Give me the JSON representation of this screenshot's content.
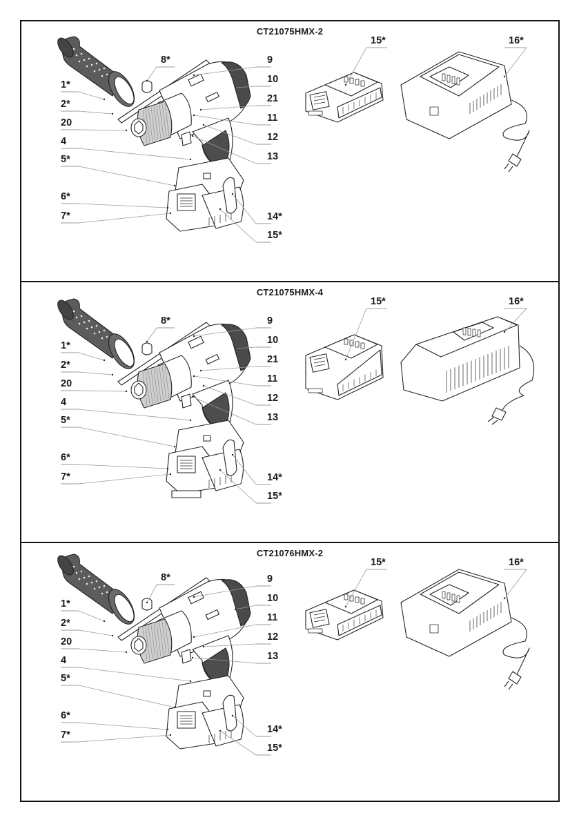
{
  "figure": {
    "panels": [
      {
        "model": "CT21075HMX-2",
        "drill_labels_left": [
          "1*",
          "2*",
          "20",
          "4",
          "5*",
          "6*",
          "7*"
        ],
        "drill_labels_top": [
          "8*"
        ],
        "drill_labels_right": [
          "9",
          "10",
          "21",
          "11",
          "12",
          "13",
          "14*",
          "15*"
        ],
        "battery_label": "15*",
        "charger_label": "16*",
        "battery_size": "compact",
        "charger_type": "standard"
      },
      {
        "model": "CT21075HMX-4",
        "drill_labels_left": [
          "1*",
          "2*",
          "20",
          "4",
          "5*",
          "6*",
          "7*"
        ],
        "drill_labels_top": [
          "8*"
        ],
        "drill_labels_right": [
          "9",
          "10",
          "21",
          "11",
          "12",
          "13",
          "14*",
          "15*"
        ],
        "battery_label": "15*",
        "charger_label": "16*",
        "battery_size": "large",
        "charger_type": "fast"
      },
      {
        "model": "CT21076HMX-2",
        "drill_labels_left": [
          "1*",
          "2*",
          "20",
          "4",
          "5*",
          "6*",
          "7*"
        ],
        "drill_labels_top": [
          "8*"
        ],
        "drill_labels_right": [
          "9",
          "10",
          "11",
          "12",
          "13",
          "14*",
          "15*"
        ],
        "battery_label": "15*",
        "charger_label": "16*",
        "battery_size": "compact",
        "charger_type": "standard"
      }
    ]
  }
}
